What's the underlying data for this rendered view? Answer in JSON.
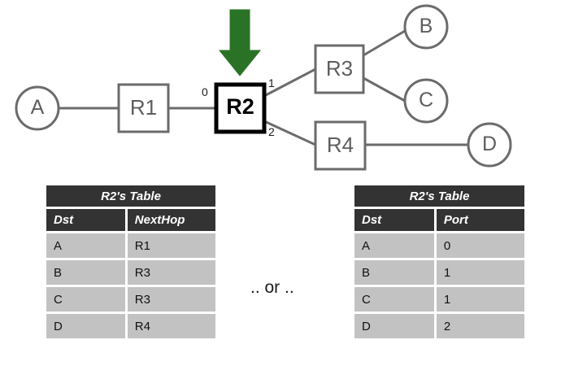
{
  "diagram": {
    "hosts": [
      {
        "id": "A",
        "label": "A"
      },
      {
        "id": "B",
        "label": "B"
      },
      {
        "id": "C",
        "label": "C"
      },
      {
        "id": "D",
        "label": "D"
      }
    ],
    "routers": [
      {
        "id": "R1",
        "label": "R1",
        "highlighted": false
      },
      {
        "id": "R2",
        "label": "R2",
        "highlighted": true
      },
      {
        "id": "R3",
        "label": "R3",
        "highlighted": false
      },
      {
        "id": "R4",
        "label": "R4",
        "highlighted": false
      }
    ],
    "port_labels": [
      {
        "id": "port-0",
        "label": "0"
      },
      {
        "id": "port-1",
        "label": "1"
      },
      {
        "id": "port-2",
        "label": "2"
      }
    ],
    "arrow": {
      "name": "green-down-arrow",
      "color": "#2a7326",
      "points_at": "R2"
    },
    "link_color": "#6b6b6b",
    "node_stroke": "#6b6b6b",
    "highlight_stroke": "#000000"
  },
  "tables": [
    {
      "name": "nexthop-table",
      "title": "R2's Table",
      "columns": [
        "Dst",
        "NextHop"
      ],
      "rows": [
        [
          "A",
          "R1"
        ],
        [
          "B",
          "R3"
        ],
        [
          "C",
          "R3"
        ],
        [
          "D",
          "R4"
        ]
      ]
    },
    {
      "name": "port-table",
      "title": "R2's Table",
      "columns": [
        "Dst",
        "Port"
      ],
      "rows": [
        [
          "A",
          "0"
        ],
        [
          "B",
          "1"
        ],
        [
          "C",
          "1"
        ],
        [
          "D",
          "2"
        ]
      ]
    }
  ],
  "connector": {
    "text": ".. or .."
  }
}
